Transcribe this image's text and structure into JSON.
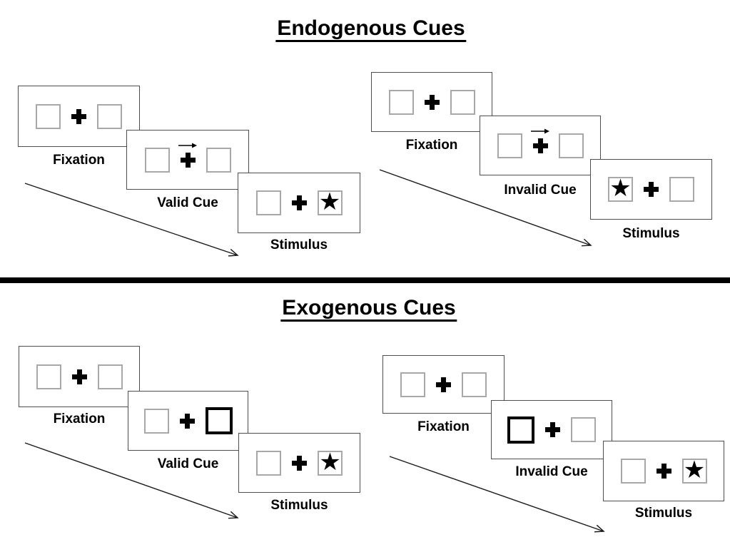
{
  "diagram": {
    "sections": [
      {
        "title": "Endogenous Cues",
        "sequences": [
          {
            "name": "valid-cue-trial",
            "panels": [
              {
                "label": "Fixation",
                "left_box": "empty",
                "center": "fixation-cross",
                "right_box": "empty"
              },
              {
                "label": "Valid Cue",
                "left_box": "empty",
                "center": "fixation-cross",
                "cue": "central-arrow-right",
                "right_box": "empty"
              },
              {
                "label": "Stimulus",
                "left_box": "empty",
                "center": "fixation-cross",
                "right_box": "star",
                "target_side": "right"
              }
            ]
          },
          {
            "name": "invalid-cue-trial",
            "panels": [
              {
                "label": "Fixation",
                "left_box": "empty",
                "center": "fixation-cross",
                "right_box": "empty"
              },
              {
                "label": "Invalid Cue",
                "left_box": "empty",
                "center": "fixation-cross",
                "cue": "central-arrow-right",
                "right_box": "empty"
              },
              {
                "label": "Stimulus",
                "left_box": "star",
                "center": "fixation-cross",
                "right_box": "empty",
                "target_side": "left"
              }
            ]
          }
        ]
      },
      {
        "title": "Exogenous Cues",
        "sequences": [
          {
            "name": "valid-cue-trial",
            "panels": [
              {
                "label": "Fixation",
                "left_box": "empty",
                "center": "fixation-cross",
                "right_box": "empty"
              },
              {
                "label": "Valid Cue",
                "left_box": "empty",
                "center": "fixation-cross",
                "right_box": "highlighted-box",
                "cue": "peripheral-box-right"
              },
              {
                "label": "Stimulus",
                "left_box": "empty",
                "center": "fixation-cross",
                "right_box": "star",
                "target_side": "right"
              }
            ]
          },
          {
            "name": "invalid-cue-trial",
            "panels": [
              {
                "label": "Fixation",
                "left_box": "empty",
                "center": "fixation-cross",
                "right_box": "empty"
              },
              {
                "label": "Invalid Cue",
                "left_box": "highlighted-box",
                "center": "fixation-cross",
                "right_box": "empty",
                "cue": "peripheral-box-left"
              },
              {
                "label": "Stimulus",
                "left_box": "empty",
                "center": "fixation-cross",
                "right_box": "star",
                "target_side": "right"
              }
            ]
          }
        ]
      }
    ],
    "glyphs": {
      "star": "★"
    },
    "colors": {
      "background": "#ffffff",
      "panel_border": "#4d4d4d",
      "box_border": "#a8a8a8",
      "highlight_border": "#000000",
      "text": "#000000",
      "divider": "#000000"
    }
  }
}
